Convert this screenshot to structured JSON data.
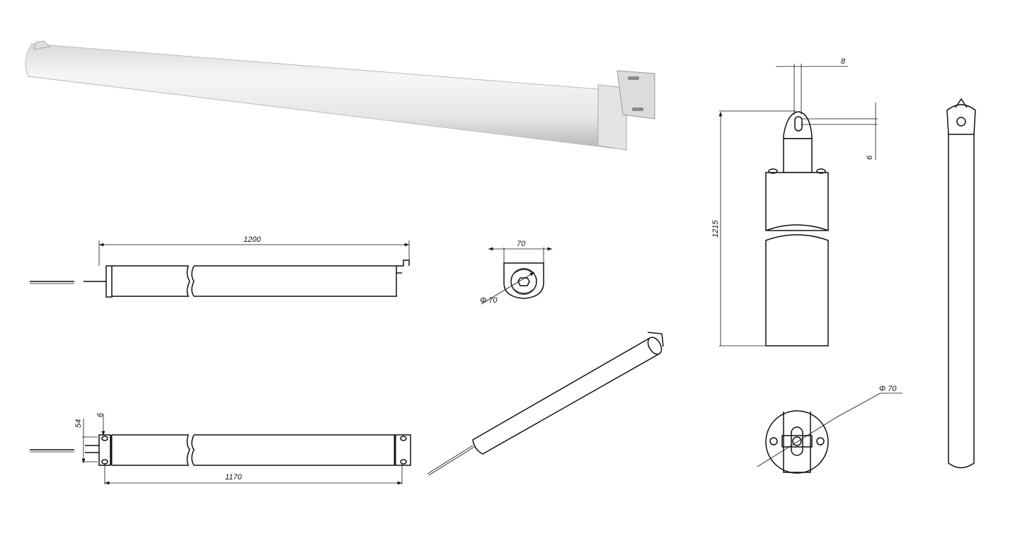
{
  "dimensions": {
    "length_overall": "1200",
    "end_width": "70",
    "end_diameter": "Φ 70",
    "bracket_height": "54",
    "hole_size": "6",
    "mount_spacing": "1170",
    "bracket_hole_width": "8",
    "bracket_slot": "6",
    "vertical_length": "1215",
    "bottom_diameter": "Φ 70"
  }
}
